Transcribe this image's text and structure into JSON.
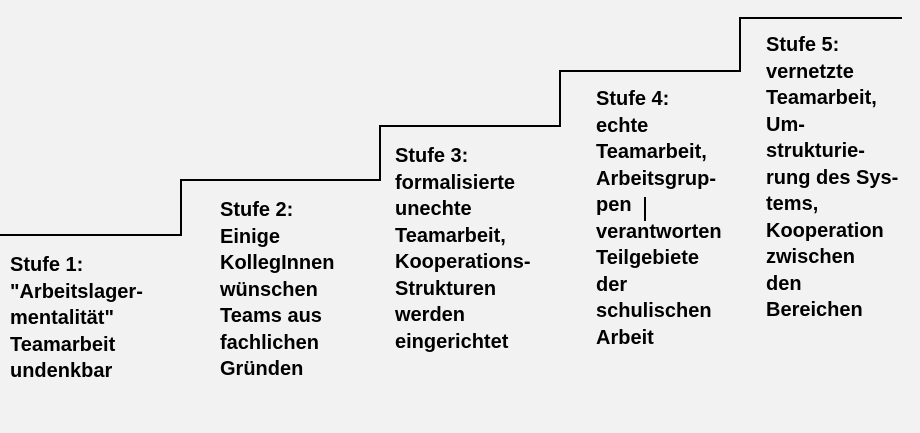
{
  "diagram": {
    "steps": [
      {
        "lines": [
          "Stufe 1:",
          "\"Arbeitslager-",
          "mentalität\"",
          "Teamarbeit",
          "undenkbar"
        ]
      },
      {
        "lines": [
          "Stufe 2:",
          "Einige",
          "KollegInnen",
          "wünschen",
          "Teams aus",
          "fachlichen",
          "Gründen"
        ]
      },
      {
        "lines": [
          "Stufe 3:",
          "formalisierte",
          "unechte",
          "Teamarbeit,",
          "Kooperations-",
          "Strukturen",
          "werden",
          "eingerichtet"
        ]
      },
      {
        "lines": [
          "Stufe 4:",
          "echte",
          "Teamarbeit,",
          "Arbeitsgrup-",
          "pen",
          "verantworten",
          "Teilgebiete",
          "der",
          "schulischen",
          "Arbeit"
        ]
      },
      {
        "lines": [
          "Stufe 5:",
          "vernetzte",
          "Teamarbeit,",
          "Um-",
          "strukturie-",
          "rung des Sys-",
          "tems,",
          "Kooperation",
          "zwischen",
          "den",
          "Bereichen"
        ]
      }
    ],
    "colors": {
      "background": "#f2f2f2",
      "line": "#000000",
      "text": "#000000"
    }
  }
}
